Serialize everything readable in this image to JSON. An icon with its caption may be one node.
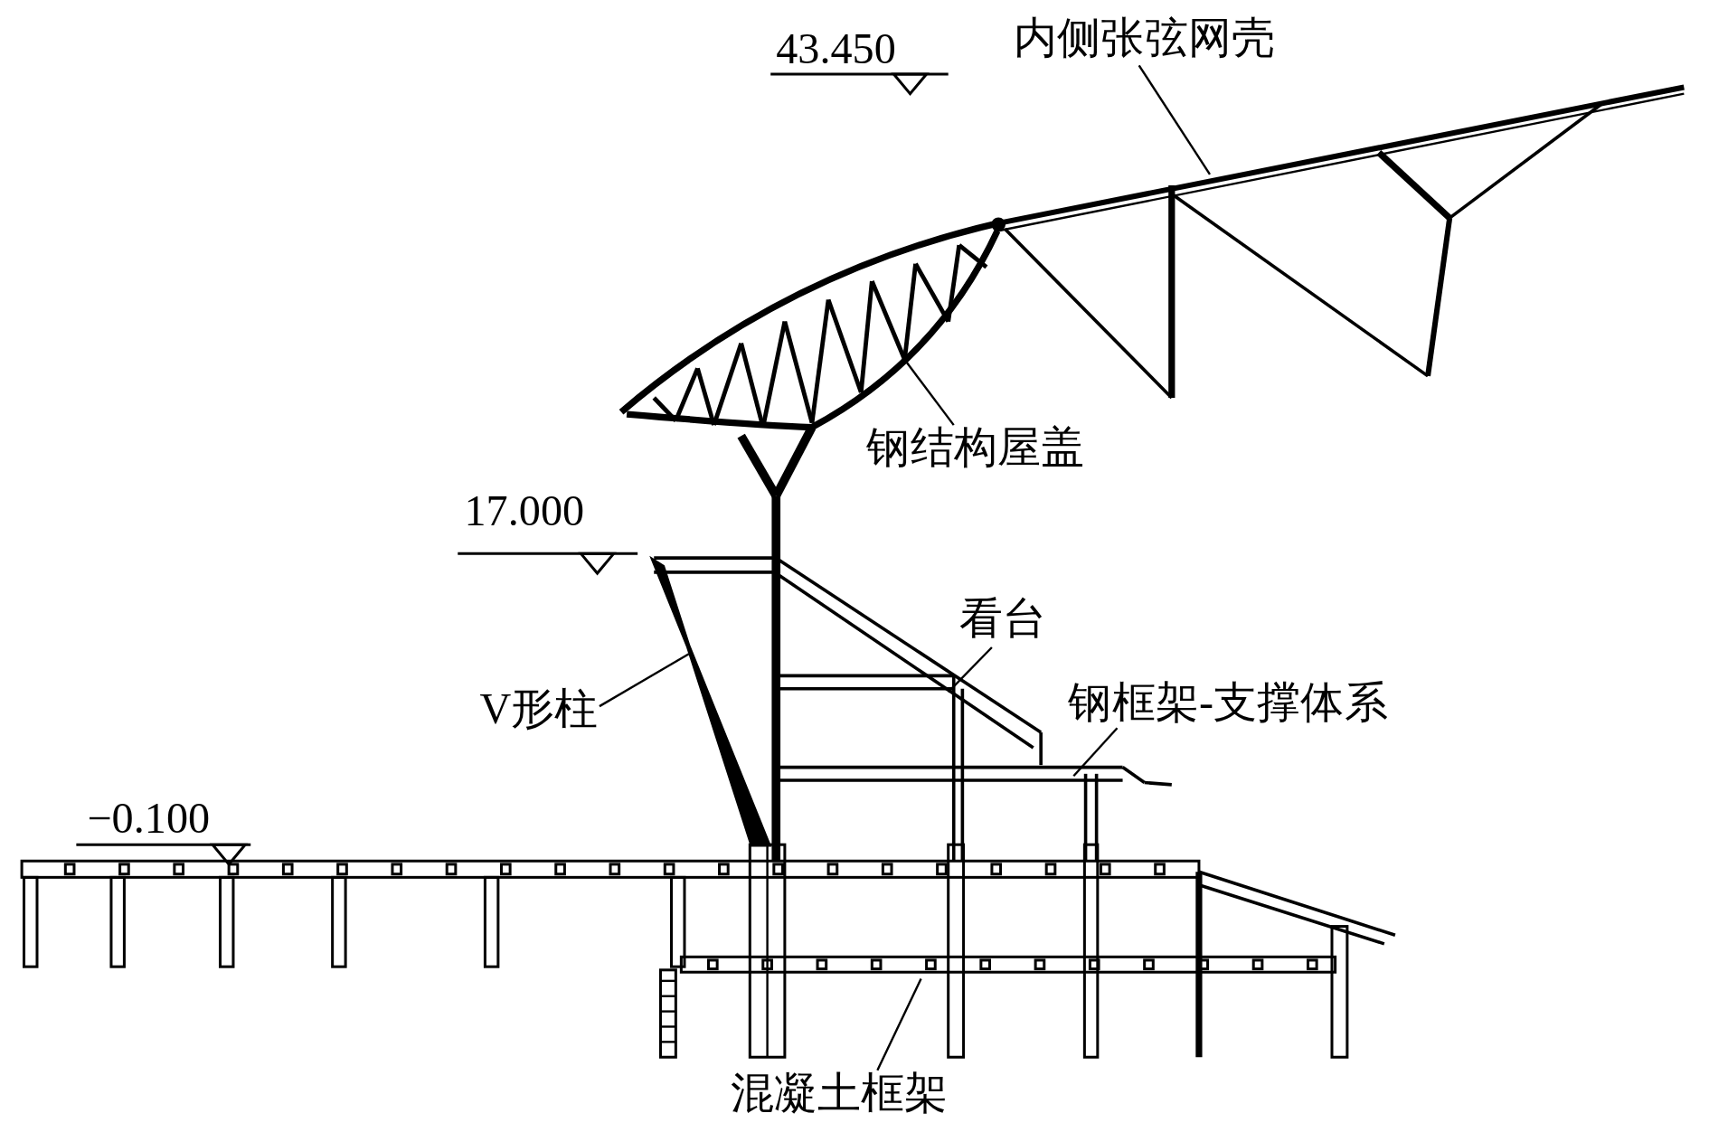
{
  "diagram": {
    "nodes": [
      {
        "text": [
          "内侧张弦网壳"
        ]
      },
      {
        "text": [
          "钢结构屋盖"
        ]
      },
      {
        "text": [
          "看台"
        ]
      },
      {
        "text": [
          "V形柱"
        ]
      },
      {
        "text": [
          "钢框架-支撑体系"
        ]
      },
      {
        "text": [
          "混凝土框架"
        ]
      }
    ],
    "edges": [
      {
        "from": 0,
        "to": null,
        "arrow": "none"
      },
      {
        "from": 1,
        "to": null,
        "arrow": "none"
      },
      {
        "from": 2,
        "to": null,
        "arrow": "none"
      },
      {
        "from": 3,
        "to": null,
        "arrow": "none"
      },
      {
        "from": 4,
        "to": null,
        "arrow": "none"
      },
      {
        "from": 5,
        "to": null,
        "arrow": "none"
      }
    ],
    "labels": [
      "43.450",
      "17.000",
      "−0.100"
    ]
  }
}
